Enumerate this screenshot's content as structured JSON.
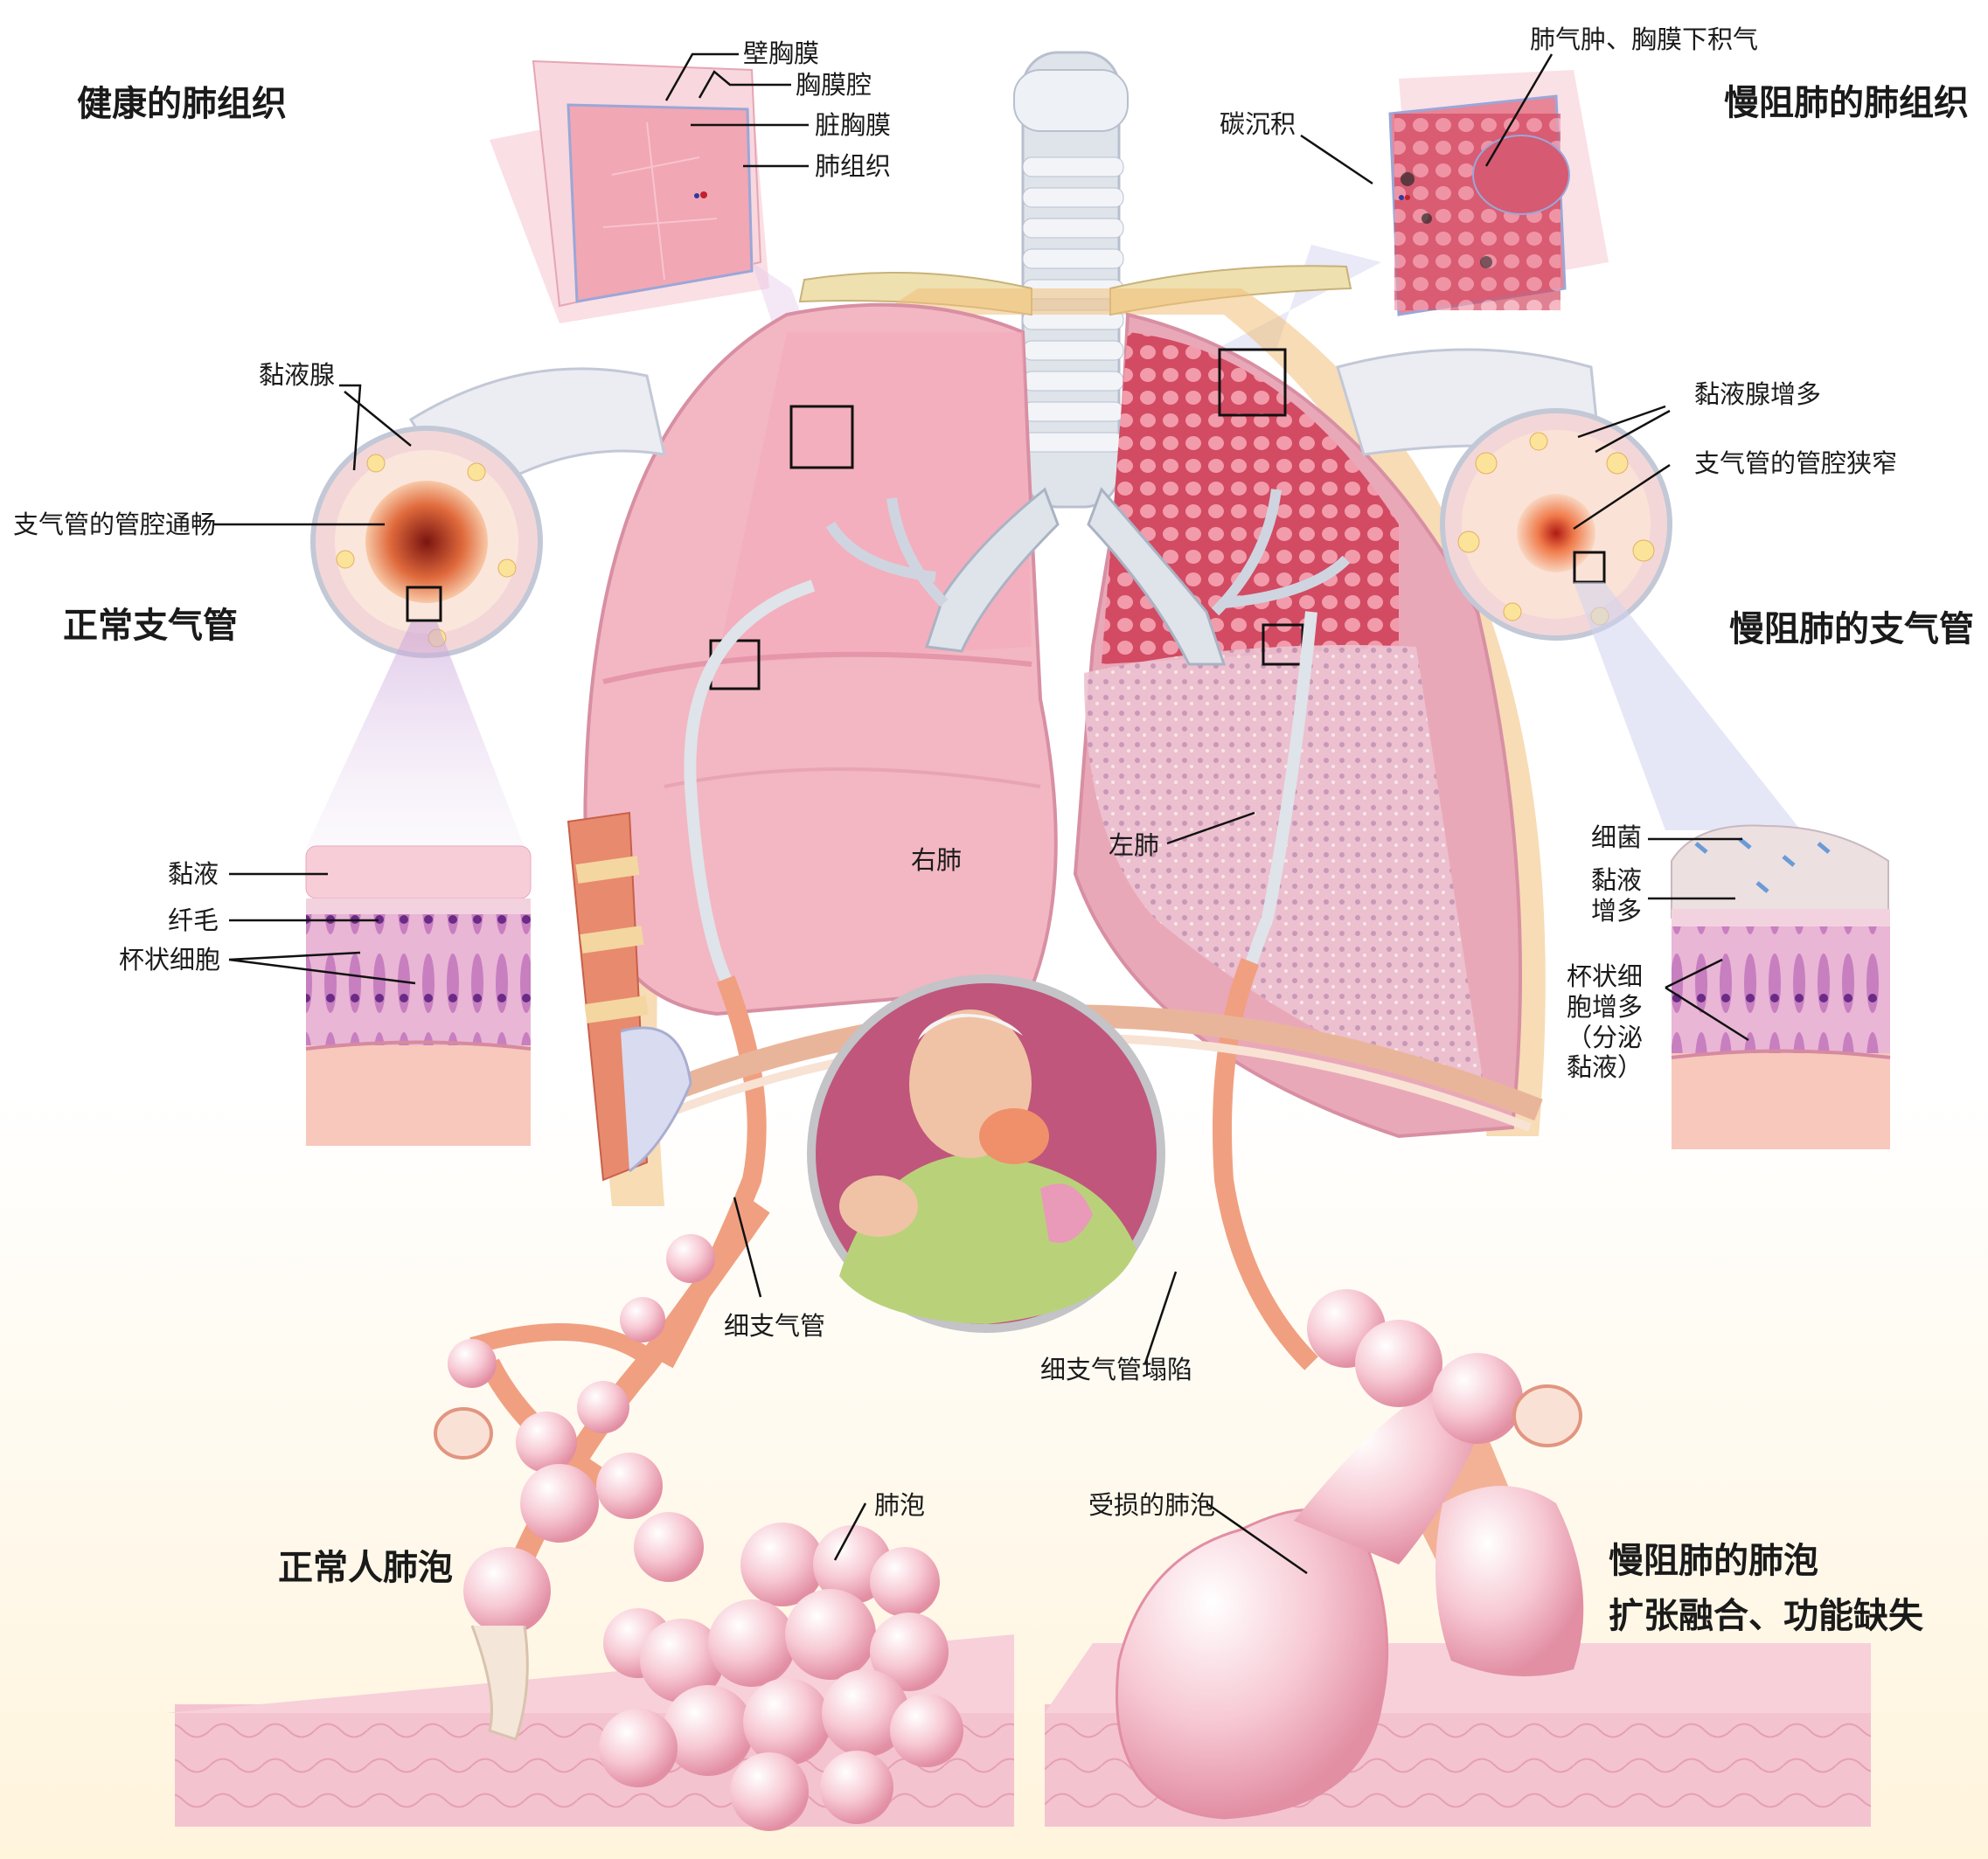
{
  "titles": {
    "healthy_tissue": "健康的肺组织",
    "copd_tissue": "慢阻肺的肺组织",
    "normal_bronchus": "正常支气管",
    "copd_bronchus": "慢阻肺的支气管",
    "normal_alveoli": "正常人肺泡",
    "copd_alveoli_line1": "慢阻肺的肺泡",
    "copd_alveoli_line2": "扩张融合、功能缺失"
  },
  "labels": {
    "parietal_pleura": "壁胸膜",
    "pleural_cavity": "胸膜腔",
    "visceral_pleura": "脏胸膜",
    "lung_tissue": "肺组织",
    "emphysema": "肺气肿、胸膜下积气",
    "carbon_deposit": "碳沉积",
    "mucous_gland": "黏液腺",
    "lumen_clear": "支气管的管腔通畅",
    "mucous_gland_increase": "黏液腺增多",
    "lumen_narrow": "支气管的管腔狭窄",
    "mucus": "黏液",
    "cilia": "纤毛",
    "goblet_cells": "杯状细胞",
    "bacteria": "细菌",
    "mucus_increase_1": "黏液",
    "mucus_increase_2": "增多",
    "goblet_inc_1": "杯状细",
    "goblet_inc_2": "胞增多",
    "goblet_inc_3": "（分泌",
    "goblet_inc_4": "黏液）",
    "right_lung": "右肺",
    "left_lung": "左肺",
    "bronchiole": "细支气管",
    "bronchiole_collapse": "细支气管塌陷",
    "alveoli": "肺泡",
    "damaged_alveoli": "受损的肺泡"
  },
  "colors": {
    "lung_pink": "#f2b7c2",
    "copd_red": "#c8485e",
    "airway_grey": "#dfe3ea",
    "alveoli_pink": "#f7c9d4",
    "bronchiole_orange": "#f0a080",
    "background_cream": "#fff8e8"
  },
  "icons": {
    "patient_portrait": "coughing-man-illustration"
  }
}
